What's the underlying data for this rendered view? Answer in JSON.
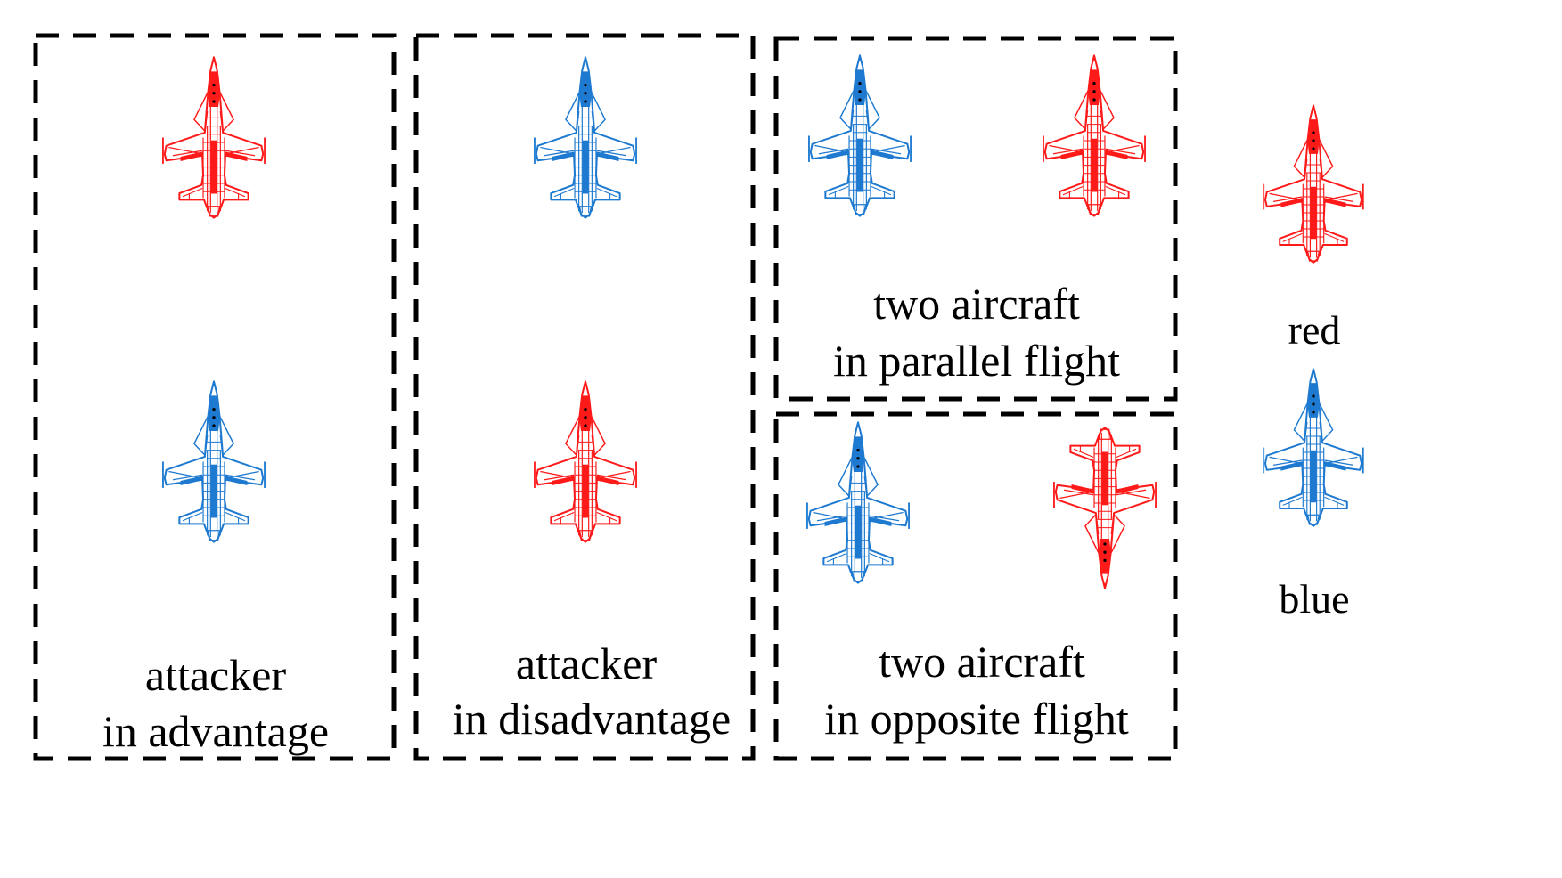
{
  "colors": {
    "red": "#ff1a1a",
    "blue": "#1e7ad0",
    "frame": "#000000"
  },
  "panels": [
    {
      "id": "attacker-advantage",
      "caption": [
        "attacker",
        "in advantage"
      ],
      "aircraft": [
        {
          "color": "red",
          "heading": "up"
        },
        {
          "color": "blue",
          "heading": "up"
        }
      ]
    },
    {
      "id": "attacker-disadvantage",
      "caption": [
        "attacker",
        "in disadvantage"
      ],
      "aircraft": [
        {
          "color": "blue",
          "heading": "up"
        },
        {
          "color": "red",
          "heading": "up"
        }
      ]
    },
    {
      "id": "parallel-flight",
      "caption": [
        "two aircraft",
        "in parallel flight"
      ],
      "aircraft": [
        {
          "color": "blue",
          "heading": "up"
        },
        {
          "color": "red",
          "heading": "up"
        }
      ]
    },
    {
      "id": "opposite-flight",
      "caption": [
        "two aircraft",
        "in opposite flight"
      ],
      "aircraft": [
        {
          "color": "blue",
          "heading": "up"
        },
        {
          "color": "red",
          "heading": "down"
        }
      ]
    }
  ],
  "legend": [
    {
      "label": "red",
      "color": "red"
    },
    {
      "label": "blue",
      "color": "blue"
    }
  ]
}
